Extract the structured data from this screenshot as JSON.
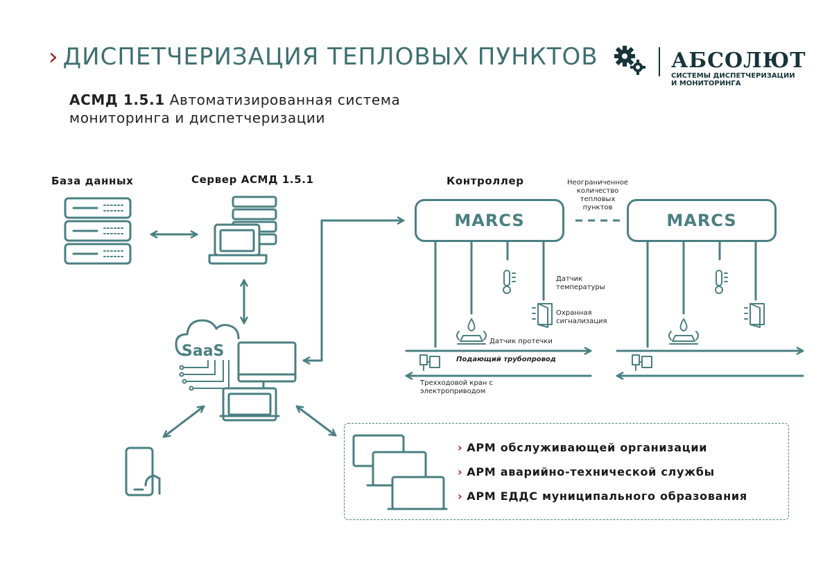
{
  "header": {
    "title": "ДИСПЕТЧЕРИЗАЦИЯ ТЕПЛОВЫХ ПУНКТОВ",
    "chevron": "›",
    "subtitle_bold": "АСМД 1.5.1",
    "subtitle_rest": " Автоматизированная система",
    "subtitle_line2": "мониторинга и диспетчеризации"
  },
  "logo": {
    "icon": "gears-icon",
    "name": "АБСОЛЮТ",
    "line1": "СИСТЕМЫ ДИСПЕТЧЕРИЗАЦИИ",
    "line2": "И МОНИТОРИНГА"
  },
  "labels": {
    "database": "База данных",
    "server": "Сервер АСМД 1.5.1",
    "controller": "Контроллер",
    "unlimited_1": "Неограниченное",
    "unlimited_2": "количество",
    "unlimited_3": "тепловых",
    "unlimited_4": "пунктов",
    "marcs_1": "MARCS",
    "marcs_2": "MARCS",
    "temp_1": "Датчик",
    "temp_2": "температуры",
    "alarm_1": "Охранная",
    "alarm_2": "сигнализация",
    "leak": "Датчик протечки",
    "supply_pipe": "Подающий трубопровод",
    "valve_1": "Трехходовой кран с",
    "valve_2": "электроприводом",
    "saas": "SaaS"
  },
  "arm": [
    "АРМ обслуживающей организации",
    "АРМ аварийно-технической службы",
    "АРМ ЕДДС муниципального образования"
  ],
  "colors": {
    "teal": "#4a7f82",
    "title_teal": "#3f6f70",
    "accent_red": "#9a1f1f",
    "logo_dark": "#16343a"
  }
}
